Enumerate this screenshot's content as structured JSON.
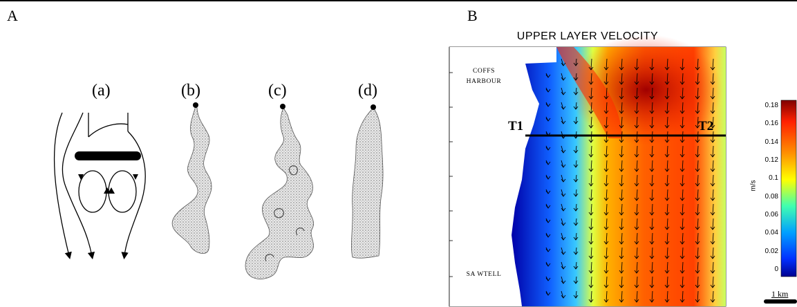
{
  "panels": {
    "a_label": "A",
    "b_label": "B"
  },
  "wakes": [
    "(a)",
    "(b)",
    "(c)",
    "(d)"
  ],
  "map": {
    "title": "UPPER LAYER VELOCITY",
    "places": [
      "COFFS",
      "HARBOUR",
      "SA WTELL"
    ],
    "transects": [
      "T1",
      "T2"
    ],
    "scale_bar": "1 km"
  },
  "colorbar": {
    "unit": "m/s",
    "ticks": [
      "0.18",
      "0.16",
      "0.14",
      "0.12",
      "0.1",
      "0.08",
      "0.06",
      "0.04",
      "0.02",
      "0"
    ]
  },
  "colors": {
    "ink": "#000000",
    "stipple": "#9a9a9a",
    "land": "#ffffff"
  },
  "icons": [
    "dot-source-icon"
  ]
}
